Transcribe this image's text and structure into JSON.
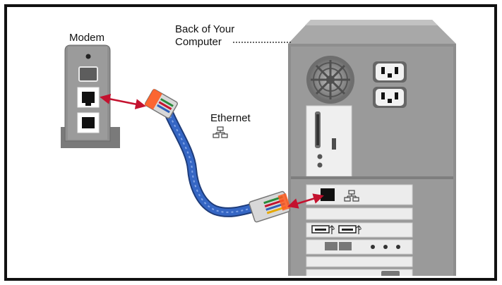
{
  "labels": {
    "modem": "Modem",
    "back_of_computer_line1": "Back of Your",
    "back_of_computer_line2": "Computer",
    "ethernet": "Ethernet"
  },
  "icons": {
    "network": "network-icon",
    "usb": "usb-icon"
  },
  "colors": {
    "border": "#111111",
    "device_gray": "#8c8c8c",
    "panel_light": "#e9e9e9",
    "cable_blue": "#2e5fb8",
    "arrow_red": "#c4122f"
  }
}
